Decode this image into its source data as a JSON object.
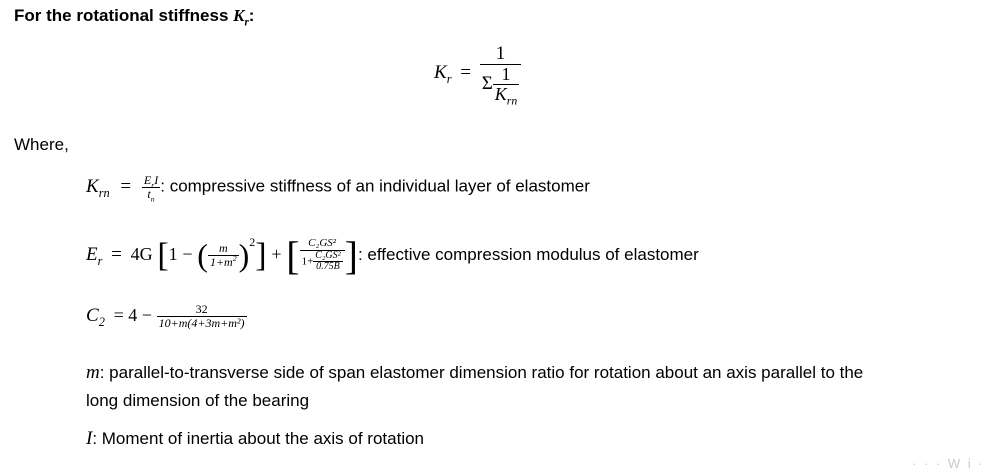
{
  "heading": {
    "text": "For the rotational stiffness ",
    "symbol": "K",
    "sub": "r",
    "colon": ":"
  },
  "main_formula": {
    "lhs": "K",
    "lhs_sub": "r",
    "eq": "=",
    "num": "1",
    "sigma": "Σ",
    "inner_num": "1",
    "inner_den": "K",
    "inner_den_sub": "rn"
  },
  "where": "Where,",
  "krn": {
    "lhs": "K",
    "lhs_sub": "rn",
    "eq": "=",
    "num_a": "E",
    "num_a_sub": "r",
    "num_b": "I",
    "den": "t",
    "den_sub": "n",
    "desc": ": compressive stiffness of an individual layer of elastomer"
  },
  "er": {
    "lhs": "E",
    "lhs_sub": "r",
    "eq": "=",
    "coef": "4G",
    "one": "1",
    "minus": "−",
    "m": "m",
    "den_m": "1+m",
    "sq": "2",
    "plus": "+",
    "big_num": "C₂GS²",
    "big_den_pre": "1+",
    "small_num": "C₂GS²",
    "small_den": "0.75B",
    "desc": ": effective compression modulus of elastomer"
  },
  "c2": {
    "lhs": "C",
    "lhs_sub": "2",
    "eq": "= 4 −",
    "num": "32",
    "den": "10+m(4+3m+m²)"
  },
  "m_def": {
    "symbol": "m",
    "line1": ": parallel-to-transverse side of span elastomer dimension ratio for rotation about an axis parallel to the",
    "line2": "long dimension of the bearing"
  },
  "i_def": {
    "symbol": "I",
    "text": ": Moment of inertia about the axis of rotation"
  },
  "watermark": "· · · W i · · ·"
}
